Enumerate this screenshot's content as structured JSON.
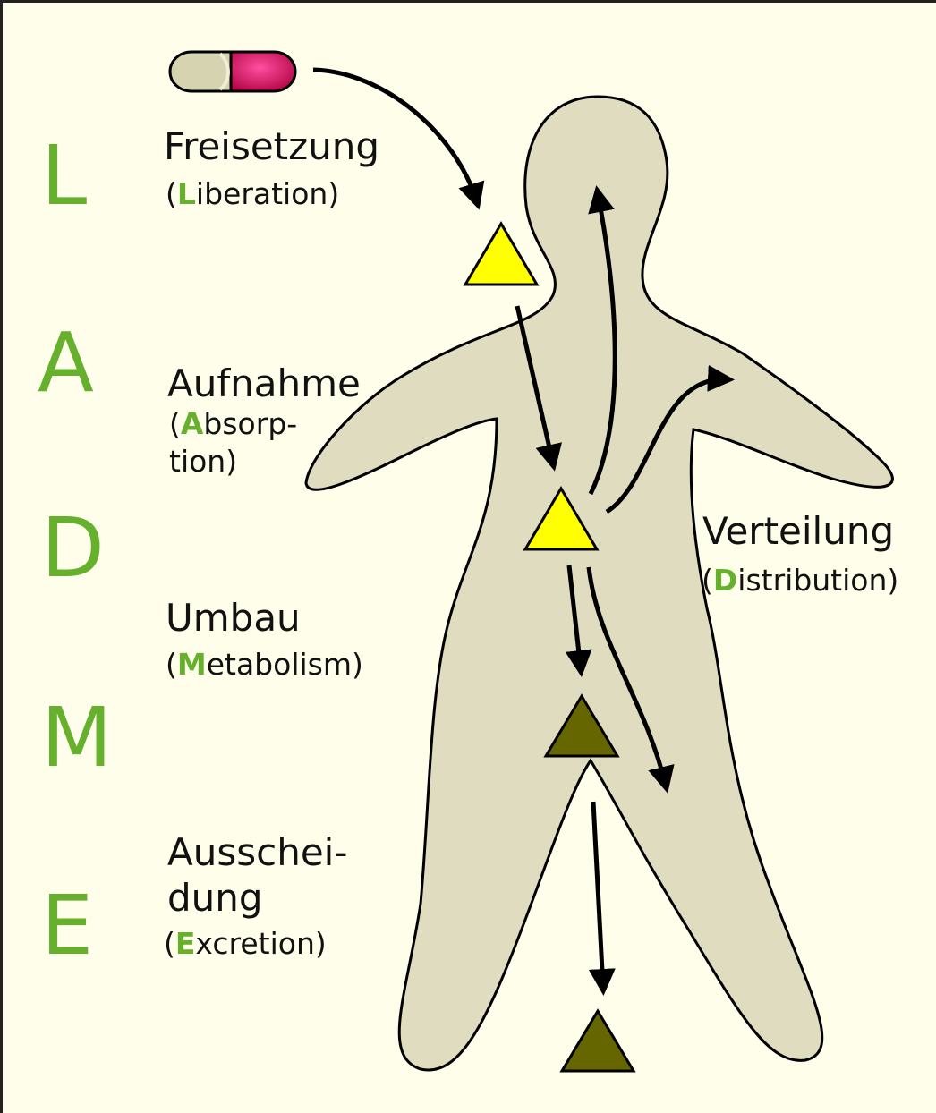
{
  "colors": {
    "background": "#fefeea",
    "accent_green": "#66b02e",
    "body_fill": "#e0dcc0",
    "triangle_active": "#ffff00",
    "triangle_metabolite": "#666600",
    "capsule_left": "#d6d3b0",
    "capsule_right": "#e0005a"
  },
  "acronym": {
    "L": "L",
    "A": "A",
    "D": "D",
    "M": "M",
    "E": "E"
  },
  "stages": {
    "liberation": {
      "title": "Freisetzung",
      "open": "(",
      "letter": "L",
      "rest": "iberation)"
    },
    "absorption": {
      "title": "Aufnahme",
      "open": "(",
      "letter": "A",
      "rest": "bsorp-",
      "line2": "tion)"
    },
    "distribution": {
      "title": "Verteilung",
      "open": "(",
      "letter": "D",
      "rest": "istribution)"
    },
    "metabolism": {
      "title": "Umbau",
      "open": "(",
      "letter": "M",
      "rest": "etabolism)"
    },
    "excretion": {
      "title1": "Ausschei-",
      "title2": "dung",
      "open": "(",
      "letter": "E",
      "rest": "xcretion)"
    }
  },
  "icons": {
    "capsule": "pill-capsule-icon",
    "body": "human-body-silhouette",
    "drug": "triangle-drug-icon"
  }
}
